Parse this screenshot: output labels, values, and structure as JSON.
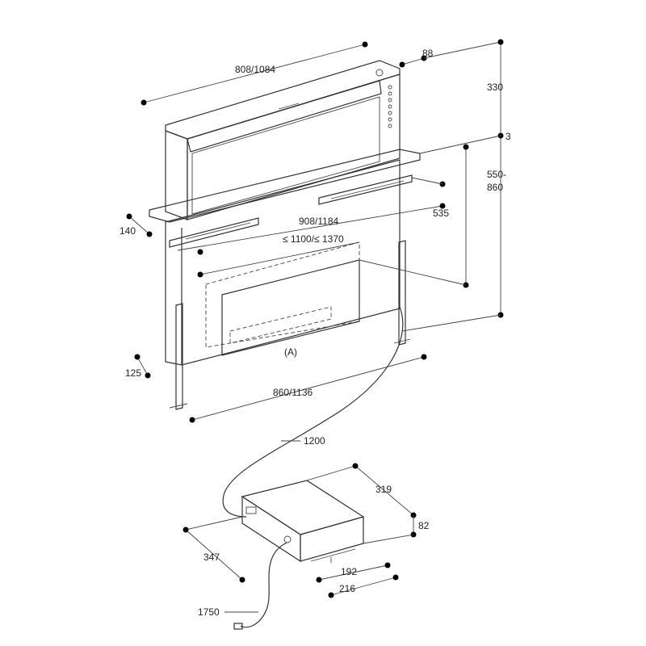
{
  "dimensions": {
    "top_width": "808/1084",
    "top_depth": "88",
    "lift_height": "330",
    "gap": "3",
    "total_height_a": "550-",
    "total_height_b": "860",
    "panel_thickness": "140",
    "bracket_width": "908/1184",
    "cutout_width": "≤ 1100/≤ 1370",
    "inner_height": "535",
    "bottom_depth": "125",
    "bottom_width": "860/1136",
    "cable_length": "1200",
    "motor_depth": "319",
    "motor_height": "82",
    "motor_length": "347",
    "motor_foot_inner": "192",
    "motor_foot_outer": "216",
    "power_cable": "1750"
  },
  "labels": {
    "marker_a": "(A)"
  }
}
